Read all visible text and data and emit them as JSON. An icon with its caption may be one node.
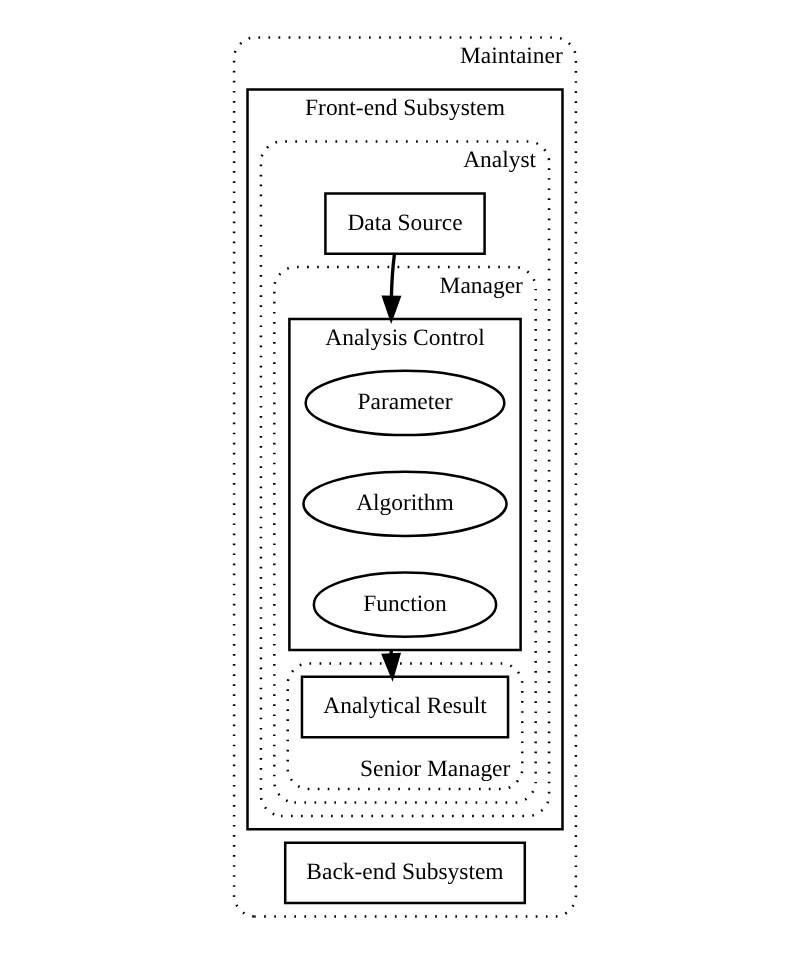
{
  "diagram": {
    "nodes": [
      {
        "text": [
          "Maintainer"
        ]
      },
      {
        "text": [
          "Front-end Subsystem"
        ],
        "in": 0
      },
      {
        "text": [
          "Analyst"
        ],
        "in": 1
      },
      {
        "text": [
          "Data Source"
        ],
        "in": 2
      },
      {
        "text": [
          "Manager"
        ],
        "in": 2
      },
      {
        "text": [
          "Analysis Control"
        ],
        "in": 4
      },
      {
        "text": [
          "Parameter"
        ],
        "in": 5
      },
      {
        "text": [
          "Algorithm"
        ],
        "in": 5
      },
      {
        "text": [
          "Function"
        ],
        "in": 5
      },
      {
        "text": [
          "Senior Manager"
        ],
        "in": 4
      },
      {
        "text": [
          "Analytical Result"
        ],
        "in": 9
      },
      {
        "text": [
          "Back-end Subsystem"
        ],
        "in": 0
      }
    ],
    "edges": [
      {
        "from": 3,
        "to": 5,
        "arrow": "to"
      },
      {
        "from": 5,
        "to": 10,
        "arrow": "to"
      }
    ]
  }
}
